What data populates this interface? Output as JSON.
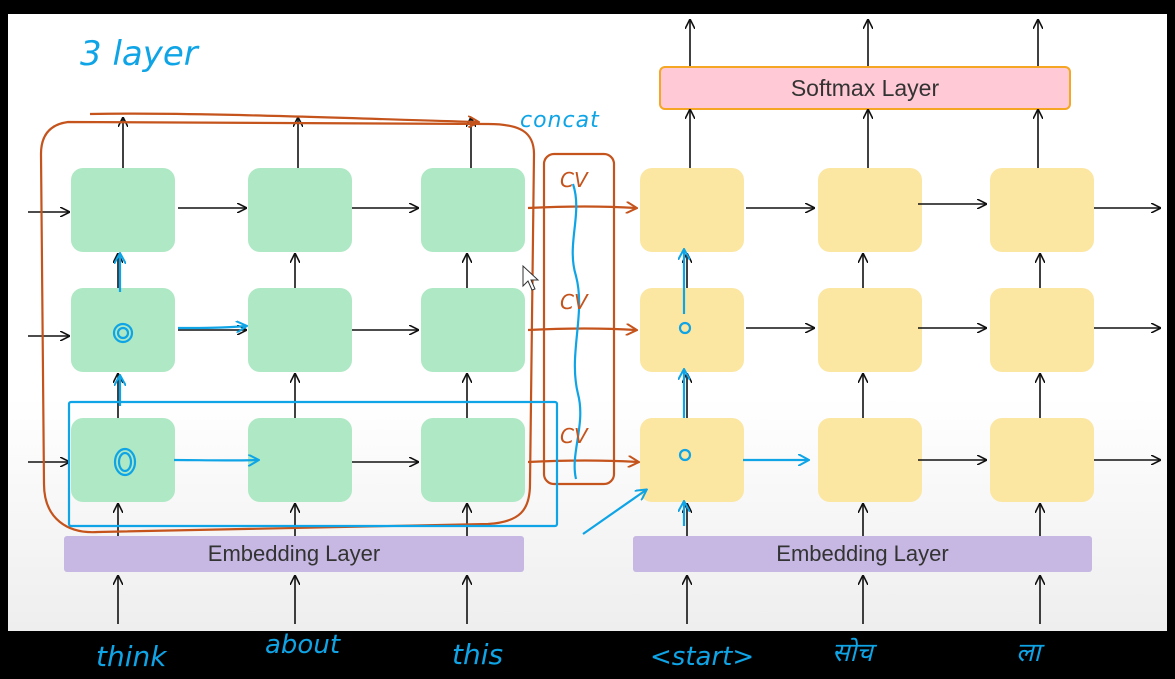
{
  "annotations": {
    "layer_note": "3 layer",
    "concat_note": "concat",
    "context_vector": "CV"
  },
  "encoder": {
    "embedding_label": "Embedding Layer",
    "inputs": [
      "think",
      "about",
      "this"
    ]
  },
  "decoder": {
    "embedding_label": "Embedding Layer",
    "softmax_label": "Softmax Layer",
    "inputs": [
      "<start>",
      "सोच",
      "ला"
    ]
  },
  "colors": {
    "encoder_cell": "#aee8c4",
    "decoder_cell": "#fbe6a2",
    "embedding": "#c6b8e2",
    "softmax_fill": "#ffc9d6",
    "softmax_border": "#f5a623",
    "pen_blue": "#0ea4e6",
    "pen_orange": "#c4531c"
  }
}
